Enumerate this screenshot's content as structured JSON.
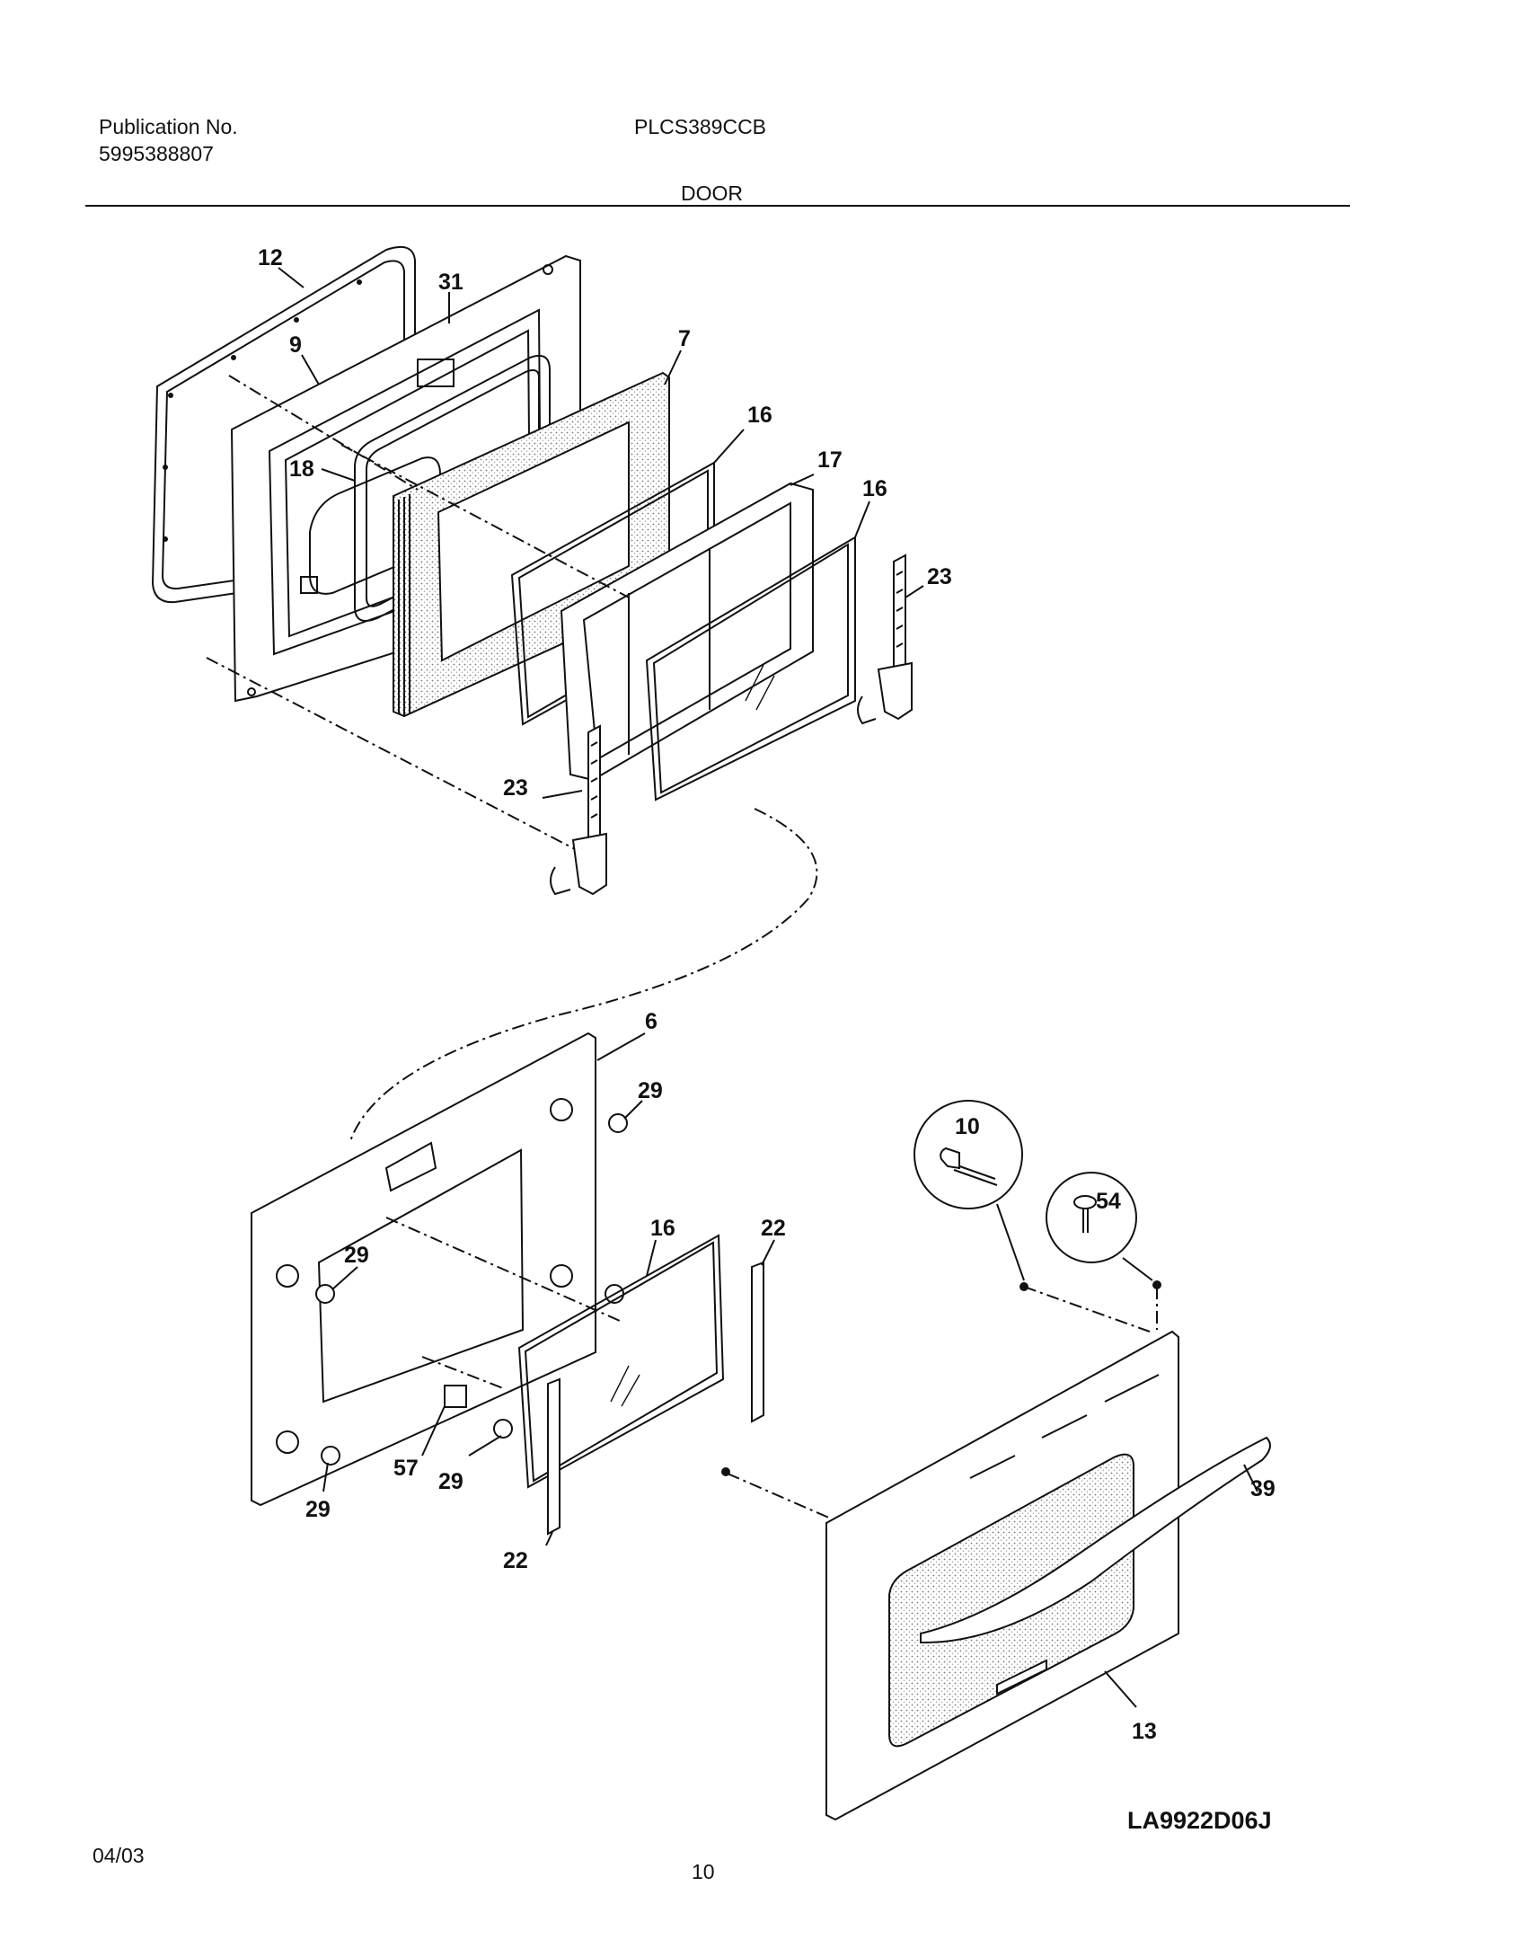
{
  "header": {
    "publication_label": "Publication No.",
    "publication_number": "5995388807",
    "model": "PLCS389CCB",
    "section": "DOOR"
  },
  "diagram": {
    "drawing_code": "LA9922D06J",
    "callouts": [
      {
        "id": "c12",
        "text": "12"
      },
      {
        "id": "c31",
        "text": "31"
      },
      {
        "id": "c9",
        "text": "9"
      },
      {
        "id": "c7",
        "text": "7"
      },
      {
        "id": "c16a",
        "text": "16"
      },
      {
        "id": "c18",
        "text": "18"
      },
      {
        "id": "c17",
        "text": "17"
      },
      {
        "id": "c16b",
        "text": "16"
      },
      {
        "id": "c23a",
        "text": "23"
      },
      {
        "id": "c23b",
        "text": "23"
      },
      {
        "id": "c6",
        "text": "6"
      },
      {
        "id": "c29a",
        "text": "29"
      },
      {
        "id": "c10",
        "text": "10"
      },
      {
        "id": "c54",
        "text": "54"
      },
      {
        "id": "c16c",
        "text": "16"
      },
      {
        "id": "c22a",
        "text": "22"
      },
      {
        "id": "c29b",
        "text": "29"
      },
      {
        "id": "c39",
        "text": "39"
      },
      {
        "id": "c57",
        "text": "57"
      },
      {
        "id": "c29c",
        "text": "29"
      },
      {
        "id": "c29d",
        "text": "29"
      },
      {
        "id": "c22b",
        "text": "22"
      },
      {
        "id": "c13",
        "text": "13"
      }
    ]
  },
  "footer": {
    "date": "04/03",
    "page": "10"
  }
}
